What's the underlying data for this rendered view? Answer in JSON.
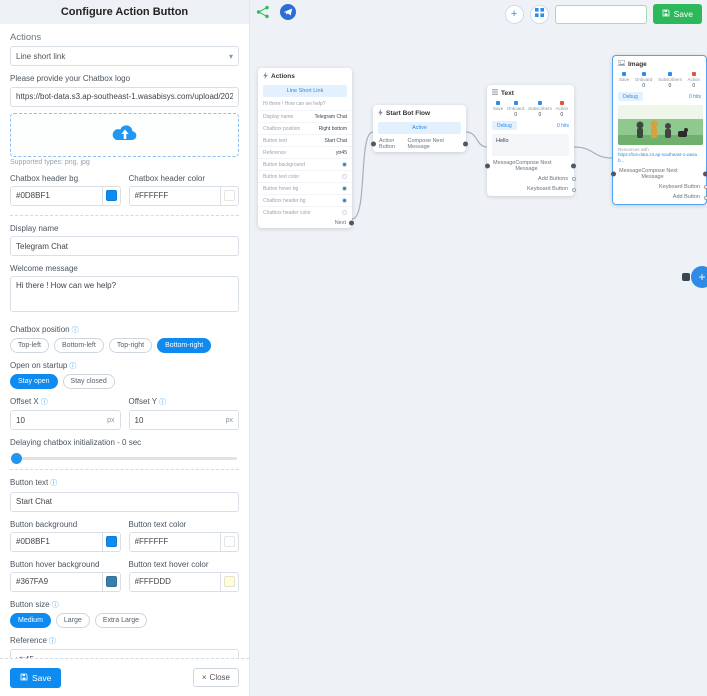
{
  "colors": {
    "primary": "#0d8bf1",
    "accent_green": "#2eb85c",
    "node_blue": "#2e8be6"
  },
  "icons": {
    "info": "ⓘ",
    "caret_down": "▾",
    "close": "×",
    "plus": "+"
  },
  "panel": {
    "title": "Configure Action Button",
    "actions_label": "Actions",
    "action_select_value": "Line short link",
    "logo_label": "Please provide your Chatbox logo",
    "logo_url": "https://bot-data.s3.ap-southeast-1.wasabisys.com/upload/2023/10/flowbuilde",
    "supported_types": "Supported types: png, jpg",
    "header_bg_label": "Chatbox header bg",
    "header_bg_value": "#0D8BF1",
    "header_color_label": "Chatbox header color",
    "header_color_value": "#FFFFFF",
    "display_name_label": "Display name",
    "display_name_value": "Telegram Chat",
    "welcome_label": "Welcome message",
    "welcome_value": "Hi there ! How can we help?",
    "position_label": "Chatbox position",
    "position_options": [
      "Top-left",
      "Bottom-left",
      "Top-right",
      "Bottom-right"
    ],
    "startup_label": "Open on startup",
    "startup_options": [
      "Stay open",
      "Stay closed"
    ],
    "offset_x_label": "Offset X",
    "offset_x_value": "10",
    "offset_y_label": "Offset Y",
    "offset_y_value": "10",
    "px": "px",
    "delay_label": "Delaying chatbox initialization  -  0 sec",
    "button_text_label": "Button text",
    "button_text_value": "Start Chat",
    "button_bg_label": "Button background",
    "button_bg_value": "#0D8BF1",
    "button_text_color_label": "Button text color",
    "button_text_color_value": "#FFFFFF",
    "hover_bg_label": "Button hover background",
    "hover_bg_value": "#367FA9",
    "hover_text_color_label": "Button text hover color",
    "hover_text_color_value": "#FFFDDD",
    "size_label": "Button size",
    "size_options": [
      "Medium",
      "Large",
      "Extra Large"
    ],
    "reference_label": "Reference",
    "reference_value": "ytr45",
    "save_label": "Save",
    "close_label": "Close"
  },
  "toolbar": {
    "save_label": "Save",
    "flow_input_value": ""
  },
  "canvas": {
    "nodes": {
      "actions": {
        "title": "Actions",
        "button": "Line Short Link",
        "message": "Hi there ! How can we help?",
        "fields": [
          {
            "label": "Display name",
            "value": "Telegram Chat"
          },
          {
            "label": "Chatbox position",
            "value": "Right bottom"
          },
          {
            "label": "Button text",
            "value": "Start Chat"
          },
          {
            "label": "Reference",
            "value": "ytr45"
          }
        ],
        "color_rows": [
          {
            "label": "Button background",
            "color": "#0D8BF1"
          },
          {
            "label": "Button text color",
            "color": "#FFFFFF"
          },
          {
            "label": "Button hover bg",
            "color": "#367FA9"
          },
          {
            "label": "Chatbox header bg",
            "color": "#0D8BF1"
          },
          {
            "label": "Chatbox header color",
            "color": "#FFFFFF"
          }
        ],
        "next_label": "Next"
      },
      "start": {
        "title": "Start Bot Flow",
        "status_label": "Active",
        "left_port": "Action Button",
        "right_port": "Compose Next Message"
      },
      "text": {
        "title": "Text",
        "stats": [
          {
            "label": "Save",
            "value": ""
          },
          {
            "label": "Onboard",
            "value": "0"
          },
          {
            "label": "Subscribers",
            "value": "0"
          },
          {
            "label": "Action",
            "value": "0"
          }
        ],
        "debug_label": "Debug",
        "hits_label": "0 hits",
        "body": "Hello",
        "left_port": "Message",
        "right_ports": [
          "Compose Next Message",
          "Add Buttons",
          "Keyboard Button"
        ]
      },
      "image": {
        "title": "Image",
        "stats": [
          {
            "label": "Save",
            "value": ""
          },
          {
            "label": "Onboard",
            "value": "0"
          },
          {
            "label": "Subscribers",
            "value": "0"
          },
          {
            "label": "Action",
            "value": "0"
          }
        ],
        "debug_label": "Debug",
        "hits_label": "0 hits",
        "resources_caption": "Resources with",
        "resources_url": "https://bot-data.s3.ap-southeast-1.wasab...",
        "left_port": "Message",
        "right_ports": [
          "Compose Next Message",
          "Keyboard Button",
          "Add Button"
        ]
      }
    }
  }
}
